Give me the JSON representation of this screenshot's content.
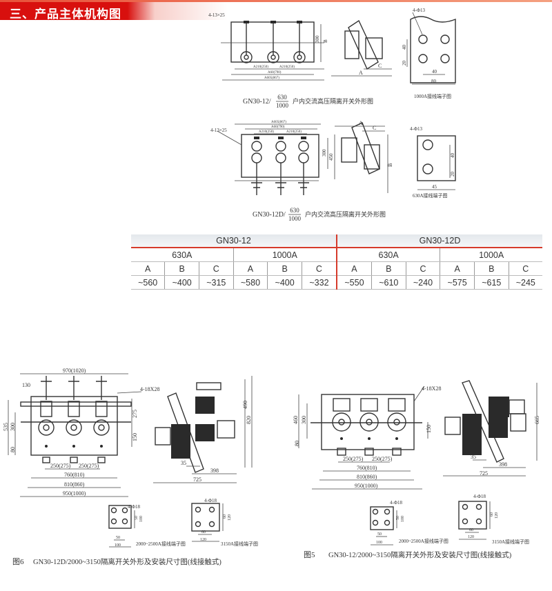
{
  "header": {
    "title": "三、产品主体机构图"
  },
  "figure1": {
    "caption_prefix": "GN30-12/",
    "caption_num": "630",
    "caption_den": "1000",
    "caption_suffix": "户内交流高压隔离开关外形图",
    "dims": {
      "slot": "4-13×25",
      "a210_1": "A210(250)",
      "a210_2": "A210(250)",
      "a60": "A60(790)",
      "a605": "A605(867)",
      "h300": "300",
      "b": "B",
      "a": "A",
      "c": "C"
    },
    "terminal": {
      "holes": "4-Φ13",
      "d40v": "40",
      "d20v": "20",
      "d40h": "40",
      "d80h": "80",
      "label": "1000A接线端子图"
    }
  },
  "figure2": {
    "caption_prefix": "GN30-12D/",
    "caption_num": "630",
    "caption_den": "1000",
    "caption_suffix": "户内交流高压隔离开关外形图",
    "dims": {
      "slot": "4-13×25",
      "a605": "A605(867)",
      "a60": "A60(790)",
      "a210_1": "A210(250)",
      "a210_2": "A210(250)",
      "h300": "300",
      "h450": "450",
      "a": "A",
      "c": "C",
      "b": "B"
    },
    "terminal": {
      "holes": "4-Φ13",
      "d40v": "40",
      "d20v": "20",
      "d45h": "45",
      "label": "630A接线端子图"
    }
  },
  "table": {
    "models": [
      "GN30-12",
      "GN30-12D"
    ],
    "currents": [
      "630A",
      "1000A",
      "630A",
      "1000A"
    ],
    "columns": [
      "A",
      "B",
      "C",
      "A",
      "B",
      "C",
      "A",
      "B",
      "C",
      "A",
      "B",
      "C"
    ],
    "values": [
      "~560",
      "~400",
      "~315",
      "~580",
      "~400",
      "~332",
      "~550",
      "~610",
      "~240",
      "~575",
      "~615",
      "~245"
    ]
  },
  "figure6": {
    "caption_num": "图6",
    "caption": "GN30-12D/2000~3150隔离开关外形及安装尺寸图(线接触式)",
    "dims": {
      "w970": "970(1020)",
      "d130": "130",
      "slot": "4-18X28",
      "h535": "535",
      "h300": "300",
      "h80": "80",
      "h275": "275",
      "h150": "150",
      "p1": "250(275)",
      "p2": "250(275)",
      "w760": "760(810)",
      "w810": "810(860)",
      "w950": "950(1000)",
      "h490": "490",
      "h820": "820",
      "d35": "35",
      "d398": "398",
      "d725": "725"
    },
    "terminal_small": {
      "holes": "4-Φ18",
      "d50v": "50",
      "d100v": "100",
      "d50h": "50",
      "d100h": "100",
      "label": "2000~2500A接线端子图"
    },
    "terminal_large": {
      "holes": "4-Φ18",
      "d60v": "60",
      "d120v": "120",
      "d60h": "60",
      "d120h": "120",
      "label": "3150A接线端子图"
    }
  },
  "figure5": {
    "caption_num": "图5",
    "caption": "GN30-12/2000~3150隔离开关外形及安装尺寸图(线接触式)",
    "dims": {
      "slot": "4-18X28",
      "h460": "460",
      "h300": "300",
      "h80": "80",
      "h150": "150",
      "p1": "250(275)",
      "p2": "250(275)",
      "w760": "760(810)",
      "w810": "810(860)",
      "w950": "950(1000)",
      "h665": "665",
      "d35": "35",
      "d398": "398",
      "d725": "725"
    },
    "terminal_small": {
      "holes": "4-Φ18",
      "d50v": "50",
      "d100v": "100",
      "d50h": "50",
      "d100h": "100",
      "label": "2000~2500A接线端子图"
    },
    "terminal_large": {
      "holes": "4-Φ18",
      "d60v": "60",
      "d120v": "120",
      "d60h": "60",
      "d120h": "120",
      "label": "3150A接线端子图"
    }
  }
}
